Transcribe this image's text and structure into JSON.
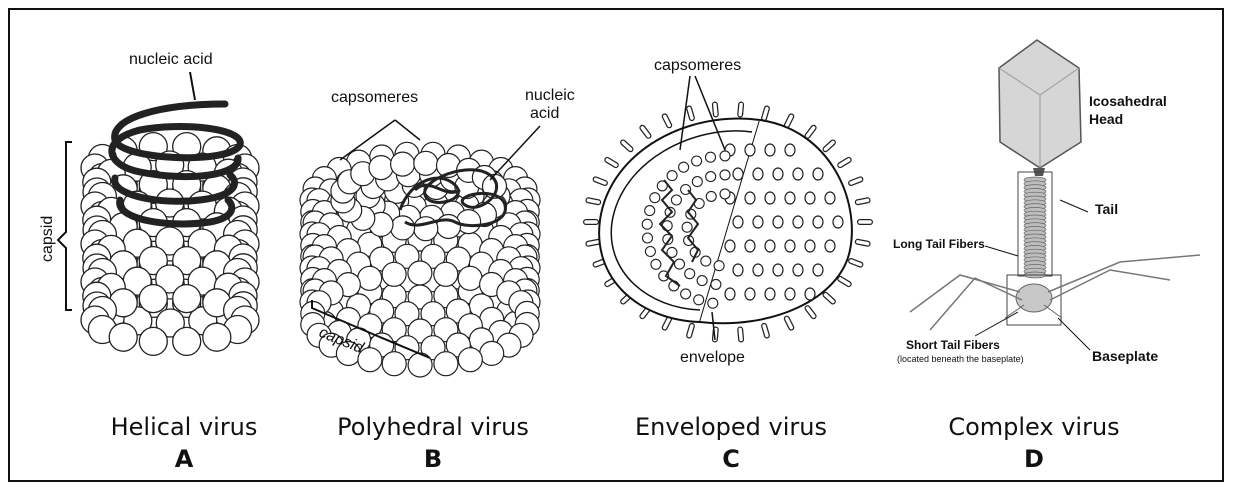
{
  "panels": [
    {
      "id": "A",
      "name": "Helical virus",
      "letter": "A",
      "labels": {
        "nucleic_acid": "nucleic acid",
        "capsid": "capsid"
      }
    },
    {
      "id": "B",
      "name": "Polyhedral virus",
      "letter": "B",
      "labels": {
        "capsomeres": "capsomeres",
        "nucleic_acid_line1": "nucleic",
        "nucleic_acid_line2": "acid",
        "capsid": "capsid"
      }
    },
    {
      "id": "C",
      "name": "Enveloped virus",
      "letter": "C",
      "labels": {
        "capsomeres": "capsomeres",
        "envelope": "envelope"
      }
    },
    {
      "id": "D",
      "name": "Complex virus",
      "letter": "D",
      "labels": {
        "head_line1": "Icosahedral",
        "head_line2": "Head",
        "tail": "Tail",
        "long_tail_fibers": "Long Tail Fibers",
        "short_tail_fibers": "Short Tail Fibers",
        "short_tail_note": "(located beneath the baseplate)",
        "baseplate": "Baseplate"
      }
    }
  ]
}
